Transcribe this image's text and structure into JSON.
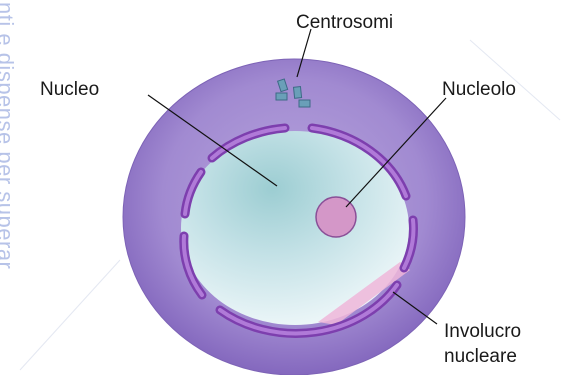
{
  "labels": {
    "centrosomi": "Centrosomi",
    "nucleo": "Nucleo",
    "nucleolo": "Nucleolo",
    "involucro_line1": "Involucro",
    "involucro_line2": "nucleare"
  },
  "watermark": "nti e dispense per superar",
  "colors": {
    "cell_outer": "#a18ad1",
    "cell_inner": "#8a6fc4",
    "nucleus_light": "#e1f1f3",
    "nucleus_mid": "#9bcdd2",
    "envelope": "#9a5cc2",
    "nucleolus": "#d497c8",
    "centrosome": "#6a9fb8",
    "leader": "#111111"
  }
}
